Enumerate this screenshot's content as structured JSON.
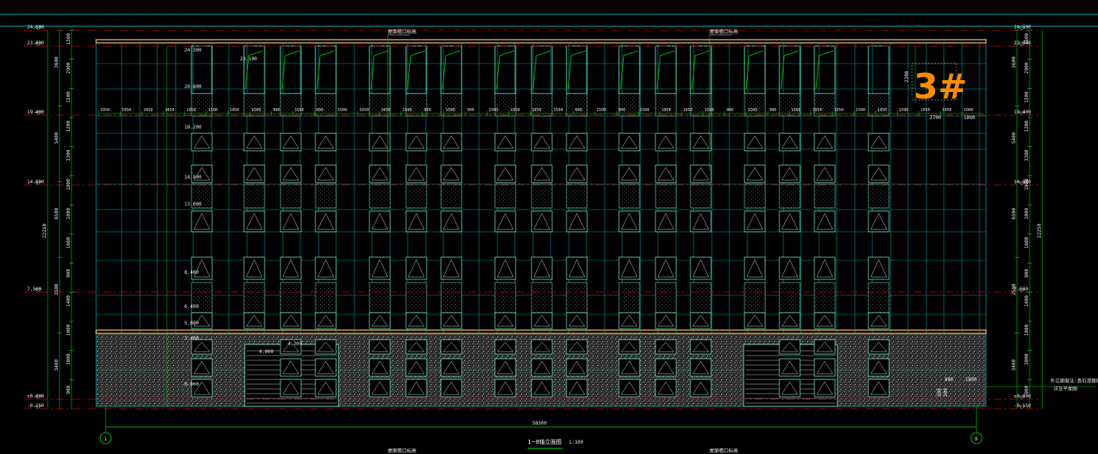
{
  "drawing": {
    "title": "1~8轴立面图",
    "scale": "1:100",
    "building_badge": "3#",
    "total_width": "58300",
    "axis_start": "1",
    "axis_end": "8",
    "top_notes": [
      "屋面檐口标高",
      "屋面檐口标高"
    ],
    "bottom_notes": [
      "屋面檐口标高",
      "屋面檐口标高"
    ],
    "right_note_1": "外立面做法:真石漆面砖组合",
    "right_note_2": "详见平面图",
    "top_elev_inline": "23.100",
    "upper_left_elev": "24.500",
    "upper_left_elev2": "20.800"
  },
  "colors": {
    "bg": "#000000",
    "grid": "#00a0a0",
    "window": "#7fffd4",
    "dim": "#00e000",
    "level": "#d40000",
    "roof": "#c8a060",
    "badge": "#ff8c00"
  },
  "levels_left": [
    {
      "label": "24.500"
    },
    {
      "label": "23.000"
    },
    {
      "label": "19.400"
    },
    {
      "label": "14.800"
    },
    {
      "label": "7.500"
    },
    {
      "label": "±0.000"
    },
    {
      "label": "-0.150"
    }
  ],
  "levels_right": [
    {
      "label": "24.500"
    },
    {
      "label": "23.000"
    },
    {
      "label": "19.400"
    },
    {
      "label": "14.800"
    },
    {
      "label": "7.500"
    },
    {
      "label": "±0.000"
    },
    {
      "label": "-0.150"
    }
  ],
  "inner_elev_labels": [
    "24.300",
    "20.800",
    "18.200",
    "14.800",
    "13.000",
    "8.400",
    "6.400",
    "5.000",
    "3.400",
    "0.000"
  ],
  "gate_labels": [
    "4.300",
    "4.000"
  ],
  "left_dims_outer": [
    "3600",
    "5400",
    "6500",
    "2500",
    "3400"
  ],
  "left_dims_mid": [
    "1500",
    "2900",
    "1500",
    "1200",
    "3300",
    "1900",
    "1000",
    "1600",
    "900",
    "1400",
    "1000",
    "3000",
    "900"
  ],
  "left_dims_total": [
    "22250"
  ],
  "window_dims_row": [
    "1050",
    "1050",
    "1050",
    "1050",
    "1050",
    "1500",
    "1450",
    "1500",
    "900",
    "1500",
    "900",
    "1500",
    "1050",
    "1050",
    "1500",
    "900",
    "1500",
    "900",
    "1500",
    "1050",
    "1050",
    "1500",
    "900",
    "1500",
    "900",
    "1500",
    "1050",
    "1050",
    "1500",
    "900",
    "1500",
    "900",
    "1500",
    "1050",
    "1050",
    "1500",
    "1450",
    "1500",
    "1050",
    "1050",
    "1000"
  ],
  "badge_dims": [
    "2700",
    "1800",
    "2300"
  ],
  "gate_right_dims": [
    "800",
    "1800",
    "300",
    "300"
  ]
}
